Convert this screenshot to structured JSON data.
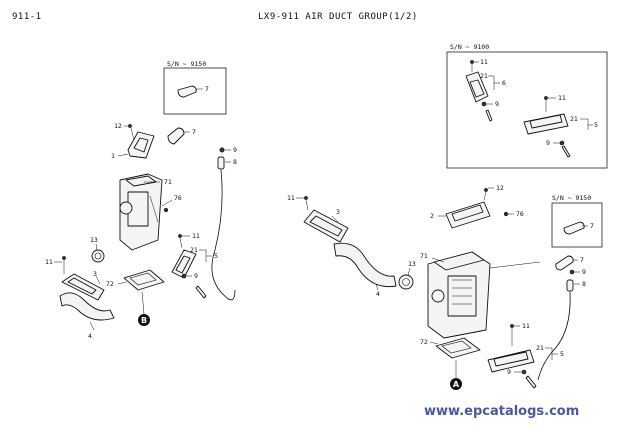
{
  "header": {
    "page_code": "911-1",
    "title": "LX9-911    AIR DUCT GROUP(1/2)"
  },
  "serial_notes": {
    "top_left": "S/N ~ 9150",
    "top_right": "S/N ~ 9100",
    "mid_right": "S/N ~ 9150"
  },
  "callouts": {
    "c7": "7",
    "c12": "12",
    "c1": "1",
    "c9": "9",
    "c8": "8",
    "c71": "71",
    "c76": "76",
    "c13": "13",
    "c11": "11",
    "c21": "21",
    "c5": "5",
    "c3": "3",
    "c72": "72",
    "c4": "4",
    "c2": "2",
    "c6": "6"
  },
  "view_markers": {
    "a": "A",
    "b": "B"
  },
  "watermark": "www.epcatalogs.com"
}
